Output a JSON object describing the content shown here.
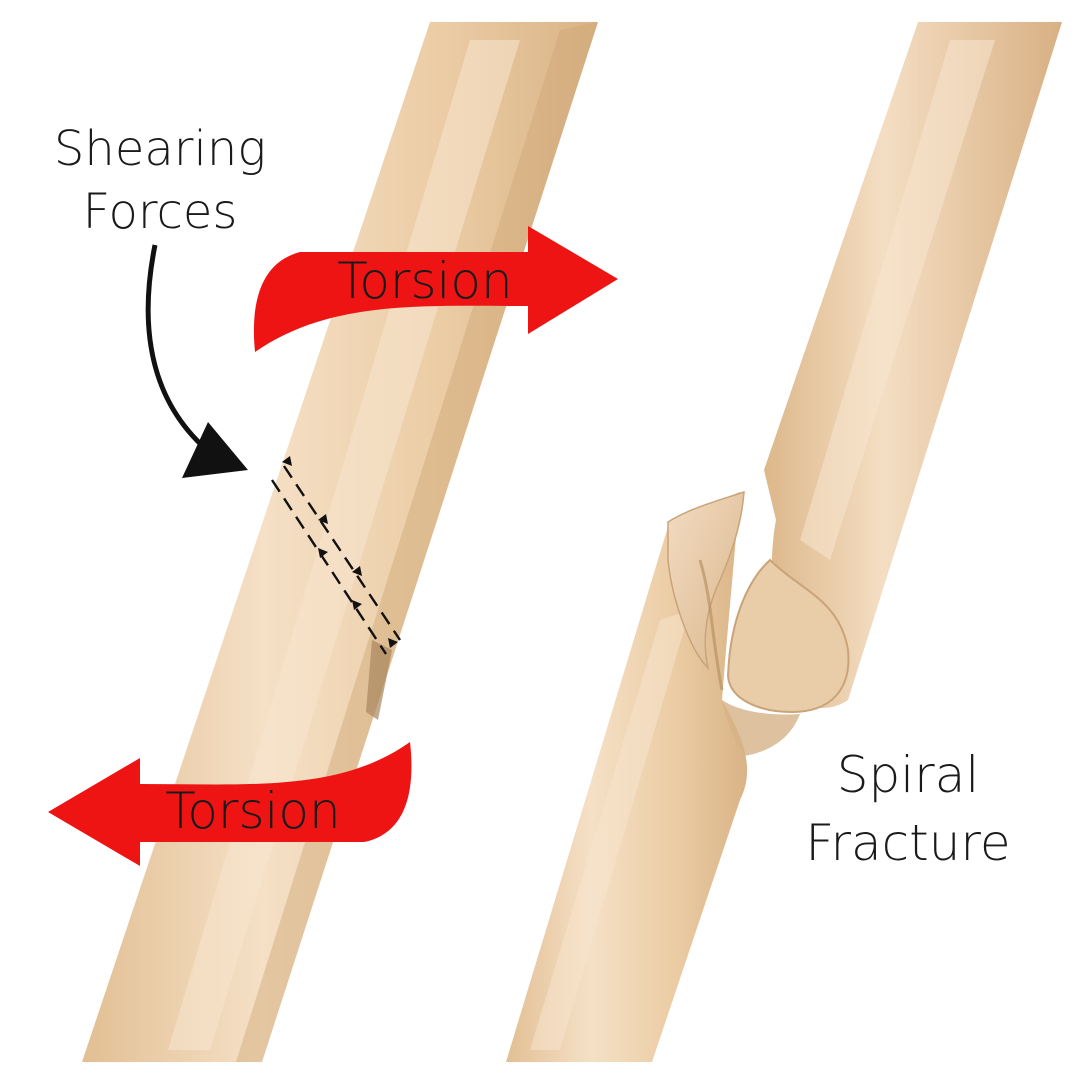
{
  "labels": {
    "shearing_line1": "Shearing",
    "shearing_line2": "Forces",
    "torsion_top": "Torsion",
    "torsion_bottom": "Torsion",
    "spiral_line1": "Spiral",
    "spiral_line2": "Fracture"
  },
  "colors": {
    "bone_light": "#f3dcc0",
    "bone_mid": "#e8c9a0",
    "bone_shadow": "#d2ad80",
    "arrow_red": "#ee1414",
    "pointer_black": "#111111"
  },
  "icons": {
    "torsion_arrow": "curved-arrow",
    "shear_marks": "half-arrow-pairs"
  }
}
